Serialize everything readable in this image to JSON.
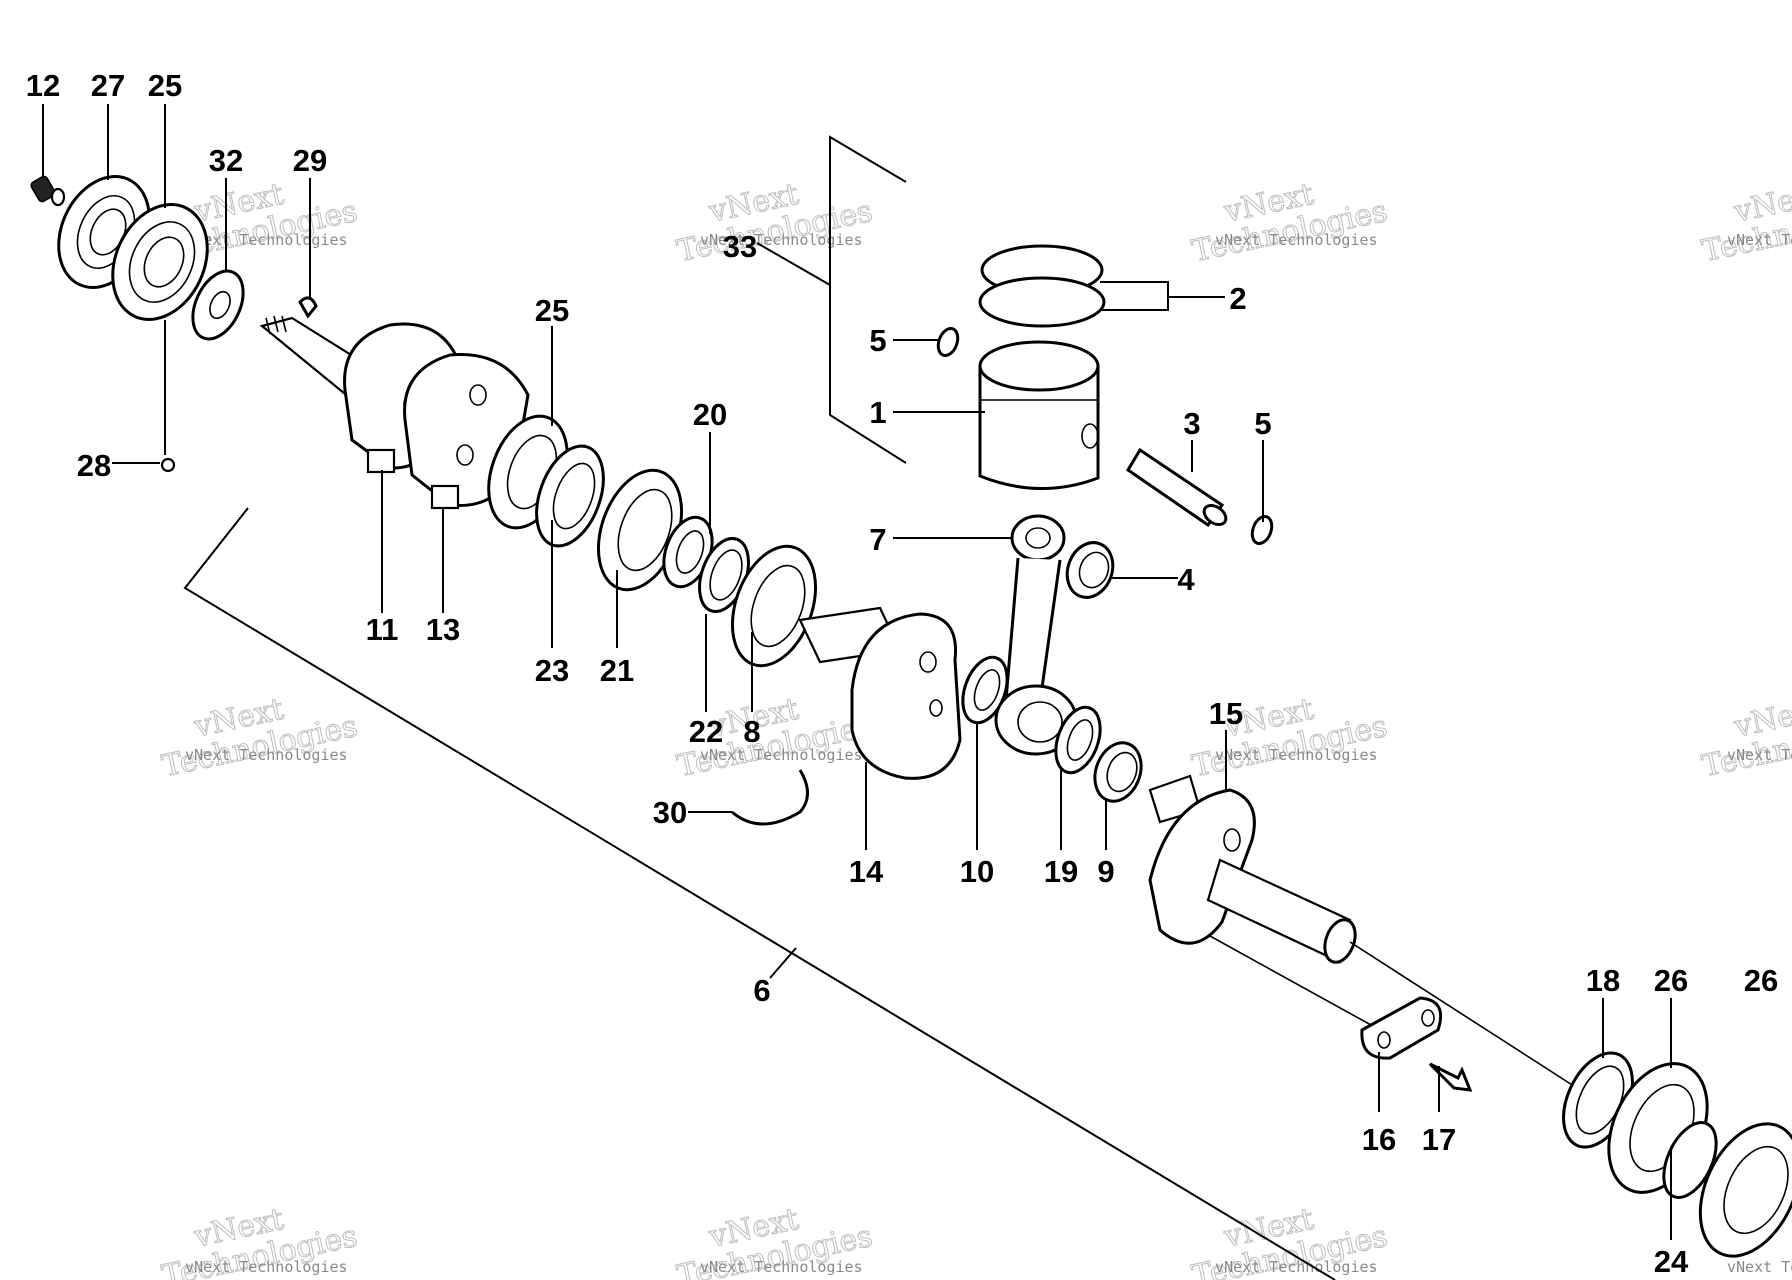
{
  "watermark": {
    "line1": "vNext",
    "line2": "Technologies",
    "small": "vNext Technologies"
  },
  "callouts": [
    "12",
    "27",
    "25",
    "32",
    "29",
    "33",
    "2",
    "5",
    "1",
    "3",
    "5",
    "28",
    "25",
    "20",
    "7",
    "4",
    "11",
    "13",
    "23",
    "21",
    "22",
    "8",
    "15",
    "30",
    "14",
    "10",
    "19",
    "9",
    "6",
    "18",
    "26",
    "26",
    "16",
    "17",
    "24"
  ]
}
